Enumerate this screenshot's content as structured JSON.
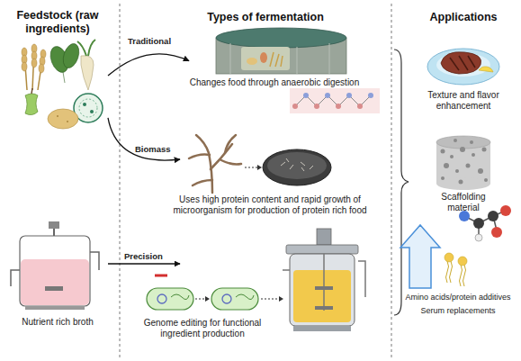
{
  "diagram": {
    "nodes": [
      {
        "text": [
          "Feedstock (raw ingredients)"
        ]
      },
      {
        "text": [
          "Nutrient rich broth"
        ]
      },
      {
        "text": [
          "Changes food through anaerobic digestion"
        ]
      },
      {
        "text": [
          "Uses high protein content and rapid growth of microorganism for production of protein rich food"
        ]
      },
      {
        "text": [
          "Genome editing for functional ingredient production"
        ]
      },
      {
        "text": [
          "Texture and flavor enhancement"
        ]
      },
      {
        "text": [
          "Scaffolding material"
        ]
      },
      {
        "text": [
          "Amino acids/protein additives",
          "Serum replacements"
        ]
      }
    ],
    "edges": [
      {
        "from": 0,
        "to": 2,
        "label": "Traditional",
        "arrow": "to"
      },
      {
        "from": 0,
        "to": 3,
        "label": "Biomass",
        "arrow": "to"
      },
      {
        "from": 1,
        "to": 4,
        "label": "Precision",
        "arrow": "to"
      }
    ],
    "labels": [
      "Types of fermentation",
      "Applications"
    ]
  }
}
